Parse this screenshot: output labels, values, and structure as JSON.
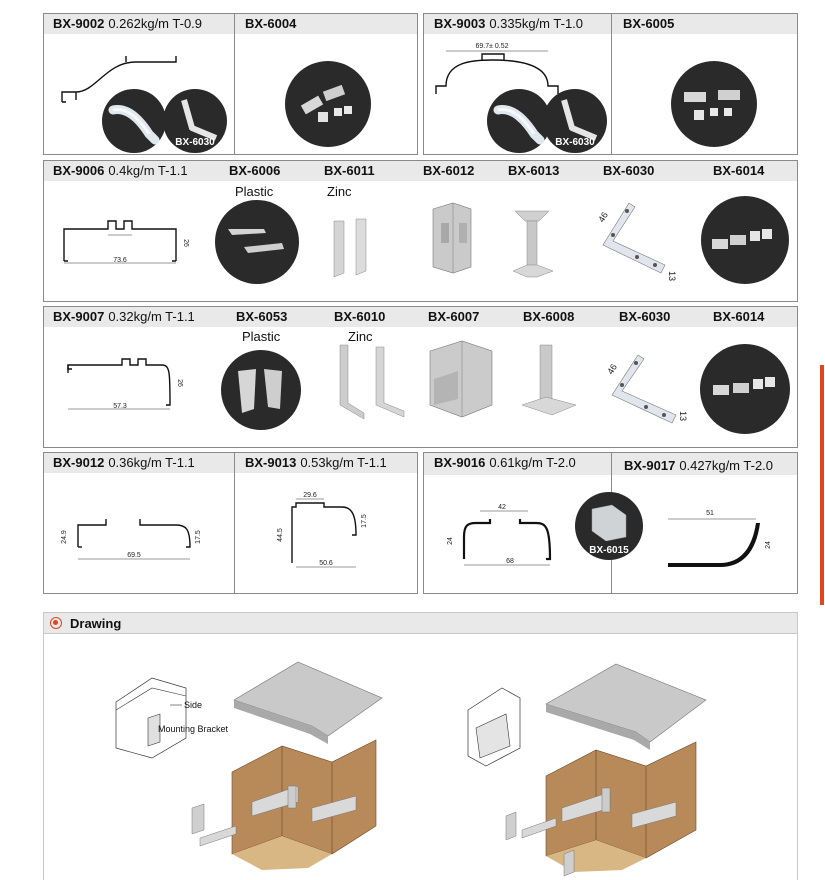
{
  "row1": {
    "left": {
      "code": "BX-9002",
      "spec": "0.262kg/m  T-0.9",
      "accessory": "BX-6004",
      "badge": "BX-6030"
    },
    "right": {
      "code": "BX-9003",
      "spec": "0.335kg/m  T-1.0",
      "accessory": "BX-6005",
      "badge": "BX-6030",
      "dim": "69.7± 0.52"
    }
  },
  "row2": {
    "code": "BX-9006",
    "spec": "0.4kg/m  T-1.1",
    "items": [
      "BX-6006",
      "BX-6011",
      "BX-6012",
      "BX-6013",
      "BX-6030",
      "BX-6014"
    ],
    "sub1": "Plastic",
    "sub2": "Zinc",
    "dim_w": "73.6",
    "dim_h": "26",
    "corner_a": "46",
    "corner_b": "13"
  },
  "row3": {
    "code": "BX-9007",
    "spec": "0.32kg/m  T-1.1",
    "items": [
      "BX-6053",
      "BX-6010",
      "BX-6007",
      "BX-6008",
      "BX-6030",
      "BX-6014"
    ],
    "sub1": "Plastic",
    "sub2": "Zinc",
    "dim_w": "57.3",
    "dim_h": "26",
    "corner_a": "46",
    "corner_b": "13"
  },
  "row4": {
    "a": {
      "code": "BX-9012",
      "spec": "0.36kg/m  T-1.1",
      "dim_w": "69.5",
      "dim_h1": "24.9",
      "dim_h2": "17.5"
    },
    "b": {
      "code": "BX-9013",
      "spec": "0.53kg/m  T-1.1",
      "dim_top": "29.6",
      "dim_w": "50.6",
      "dim_h1": "44.5",
      "dim_h2": "17.5"
    },
    "c": {
      "code": "BX-9016",
      "spec": "0.61kg/m  T-2.0",
      "dim_top": "42",
      "dim_w": "68",
      "dim_h": "24",
      "badge": "BX-6015"
    },
    "d": {
      "code": "BX-9017",
      "spec": "0.427kg/m  T-2.0",
      "dim_w": "51",
      "dim_h": "24"
    }
  },
  "drawing": {
    "title": "Drawing",
    "label_side": "Side",
    "label_bracket": "Mounting Bracket"
  }
}
